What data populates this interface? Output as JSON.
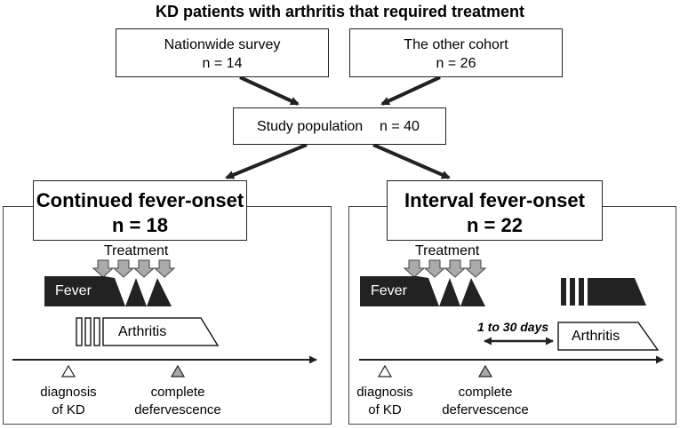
{
  "title": "KD patients with arthritis that required treatment",
  "sources": [
    {
      "label": "Nationwide survey",
      "n": "n = 14"
    },
    {
      "label": "The other cohort",
      "n": "n = 26"
    }
  ],
  "study_population": {
    "label": "Study population",
    "n": "n = 40"
  },
  "groups": [
    {
      "title": "Continued fever-onset",
      "n": "n = 18",
      "treatment_label": "Treatment",
      "fever_label": "Fever",
      "arthritis_label": "Arthritis",
      "markers": [
        {
          "line1": "diagnosis",
          "line2": "of KD"
        },
        {
          "line1": "complete",
          "line2": "defervescence"
        }
      ]
    },
    {
      "title": "Interval fever-onset",
      "n": "n = 22",
      "treatment_label": "Treatment",
      "fever_label": "Fever",
      "arthritis_label": "Arthritis",
      "interval_label": "1 to 30 days",
      "markers": [
        {
          "line1": "diagnosis",
          "line2": "of KD"
        },
        {
          "line1": "complete",
          "line2": "defervescence"
        }
      ]
    }
  ],
  "colors": {
    "fill_dark": "#222222",
    "arrow_gray": "#aaaaaa",
    "line": "#222222"
  }
}
